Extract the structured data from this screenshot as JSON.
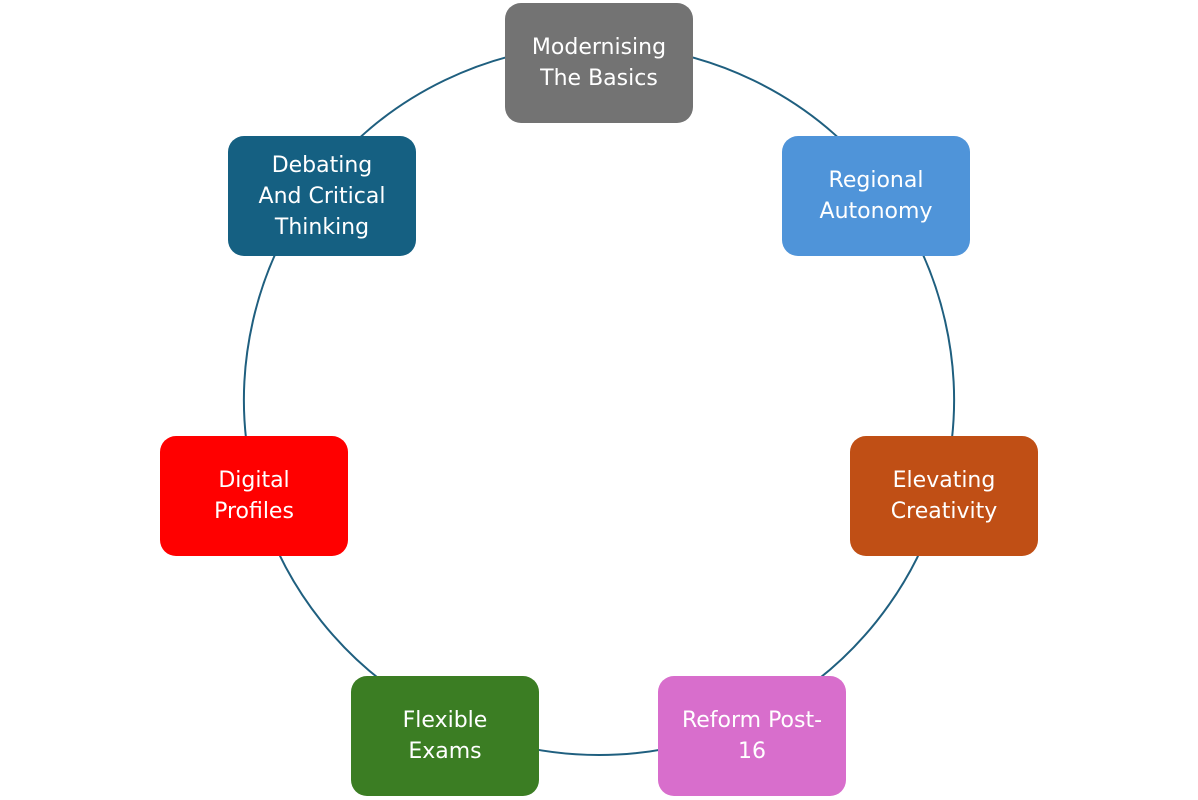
{
  "diagram": {
    "type": "cycle",
    "connector_color": "#1f5f7f",
    "nodes": [
      {
        "id": "modernising-the-basics",
        "label": "Modernising\nThe Basics",
        "color": "#737373"
      },
      {
        "id": "regional-autonomy",
        "label": "Regional\nAutonomy",
        "color": "#4f94d9"
      },
      {
        "id": "elevating-creativity",
        "label": "Elevating\nCreativity",
        "color": "#c04f15"
      },
      {
        "id": "reform-post-16",
        "label": "Reform Post-\n16",
        "color": "#d86ecc"
      },
      {
        "id": "flexible-exams",
        "label": "Flexible\nExams",
        "color": "#3b7d23"
      },
      {
        "id": "digital-profiles",
        "label": "Digital\nProfiles",
        "color": "#ff0000"
      },
      {
        "id": "debating-and-critical-thinking",
        "label": "Debating\nAnd Critical\nThinking",
        "color": "#156082"
      }
    ]
  }
}
